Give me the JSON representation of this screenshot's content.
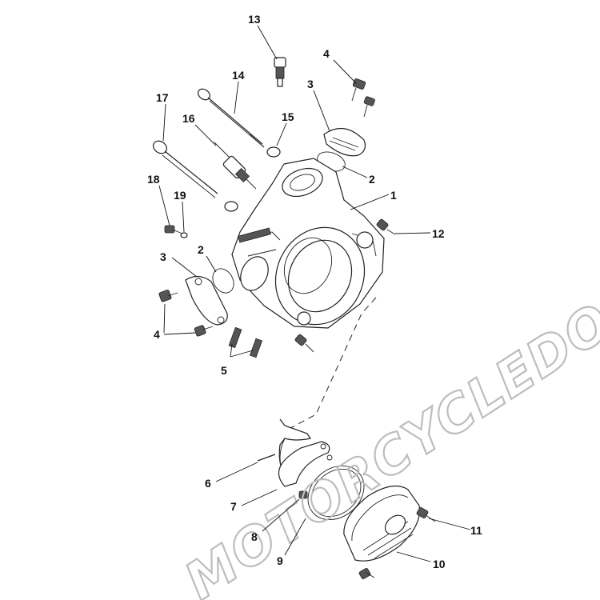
{
  "watermark": "MOTORCYCLEDOCTOR",
  "callouts": [
    {
      "id": "13",
      "text": "13"
    },
    {
      "id": "4a",
      "text": "4"
    },
    {
      "id": "14",
      "text": "14"
    },
    {
      "id": "3a",
      "text": "3"
    },
    {
      "id": "17",
      "text": "17"
    },
    {
      "id": "16",
      "text": "16"
    },
    {
      "id": "15",
      "text": "15"
    },
    {
      "id": "2a",
      "text": "2"
    },
    {
      "id": "1",
      "text": "1"
    },
    {
      "id": "18",
      "text": "18"
    },
    {
      "id": "19",
      "text": "19"
    },
    {
      "id": "12",
      "text": "12"
    },
    {
      "id": "3b",
      "text": "3"
    },
    {
      "id": "2b",
      "text": "2"
    },
    {
      "id": "4b",
      "text": "4"
    },
    {
      "id": "5",
      "text": "5"
    },
    {
      "id": "6",
      "text": "6"
    },
    {
      "id": "7",
      "text": "7"
    },
    {
      "id": "8",
      "text": "8"
    },
    {
      "id": "11",
      "text": "11"
    },
    {
      "id": "9",
      "text": "9"
    },
    {
      "id": "10",
      "text": "10"
    }
  ]
}
